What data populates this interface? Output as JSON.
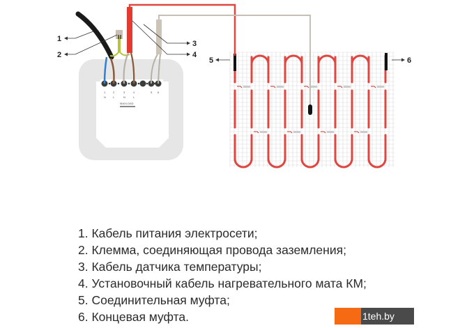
{
  "callouts": [
    "1",
    "2",
    "3",
    "4",
    "5",
    "6"
  ],
  "thermostat": {
    "terminals": [
      "1",
      "2",
      "3",
      "4",
      "5",
      "6"
    ],
    "terminal_marks": [
      "N",
      "L",
      "N",
      "L"
    ],
    "maxload": "MAXLOAD"
  },
  "legend": [
    "1. Кабель питания электросети;",
    "2. Клемма, соединяющая провода заземления;",
    "3. Кабель датчика температуры;",
    "4. Установочный кабель нагревательного мата КМ;",
    "5. Соединительная муфта;",
    "6. Концевая муфта."
  ],
  "watermark": "1teh.by",
  "colors": {
    "heating_cable": "#e0453f",
    "frame": "#e6e6e6",
    "sensor_cable": "#c7bfb3"
  }
}
